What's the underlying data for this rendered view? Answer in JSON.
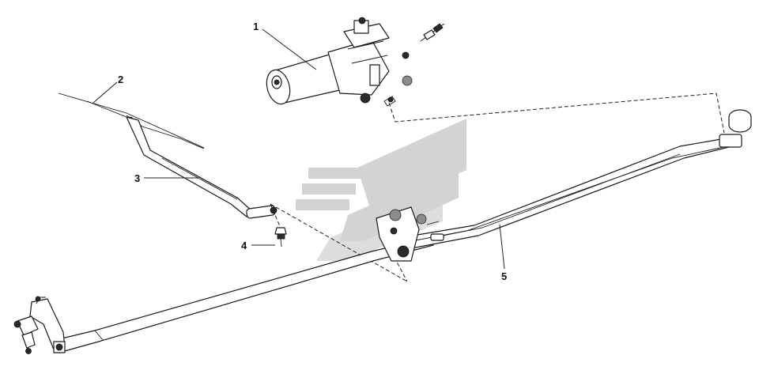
{
  "callouts": {
    "c1": "1",
    "c2": "2",
    "c3": "3",
    "c4": "4",
    "c5": "5"
  },
  "colors": {
    "watermark": "#9aa0a4",
    "line": "#1a1a1a"
  },
  "icons": {
    "watermark": "stylized-stripes-logo-icon"
  }
}
